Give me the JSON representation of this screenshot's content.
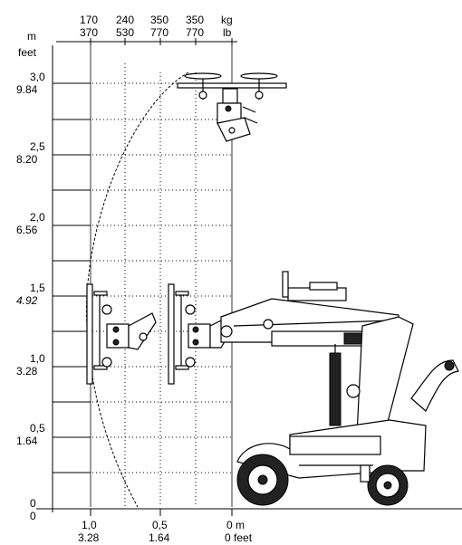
{
  "header": {
    "y_unit_metric": "m",
    "y_unit_imperial": "feet",
    "load_unit_kg": "kg",
    "load_unit_lb": "lb"
  },
  "load_columns": [
    {
      "kg": "170",
      "lb": "370"
    },
    {
      "kg": "240",
      "lb": "530"
    },
    {
      "kg": "350",
      "lb": "770"
    },
    {
      "kg": "350",
      "lb": "770"
    }
  ],
  "y_ticks": [
    {
      "metric": "3,0",
      "imperial": "9.84"
    },
    {
      "metric": "2,5",
      "imperial": "8.20"
    },
    {
      "metric": "2,0",
      "imperial": "6.56"
    },
    {
      "metric": "1,5",
      "imperial": "4.92"
    },
    {
      "metric": "1,0",
      "imperial": "3.28"
    },
    {
      "metric": "0,5",
      "imperial": "1.64"
    },
    {
      "metric": "0",
      "imperial": "0"
    }
  ],
  "x_ticks": [
    {
      "metric": "1,0",
      "imperial": "3.28"
    },
    {
      "metric": "0,5",
      "imperial": "1.64"
    },
    {
      "metric": "0 m",
      "imperial": "0 feet"
    }
  ],
  "colors": {
    "ink": "#000000",
    "background": "#ffffff"
  }
}
